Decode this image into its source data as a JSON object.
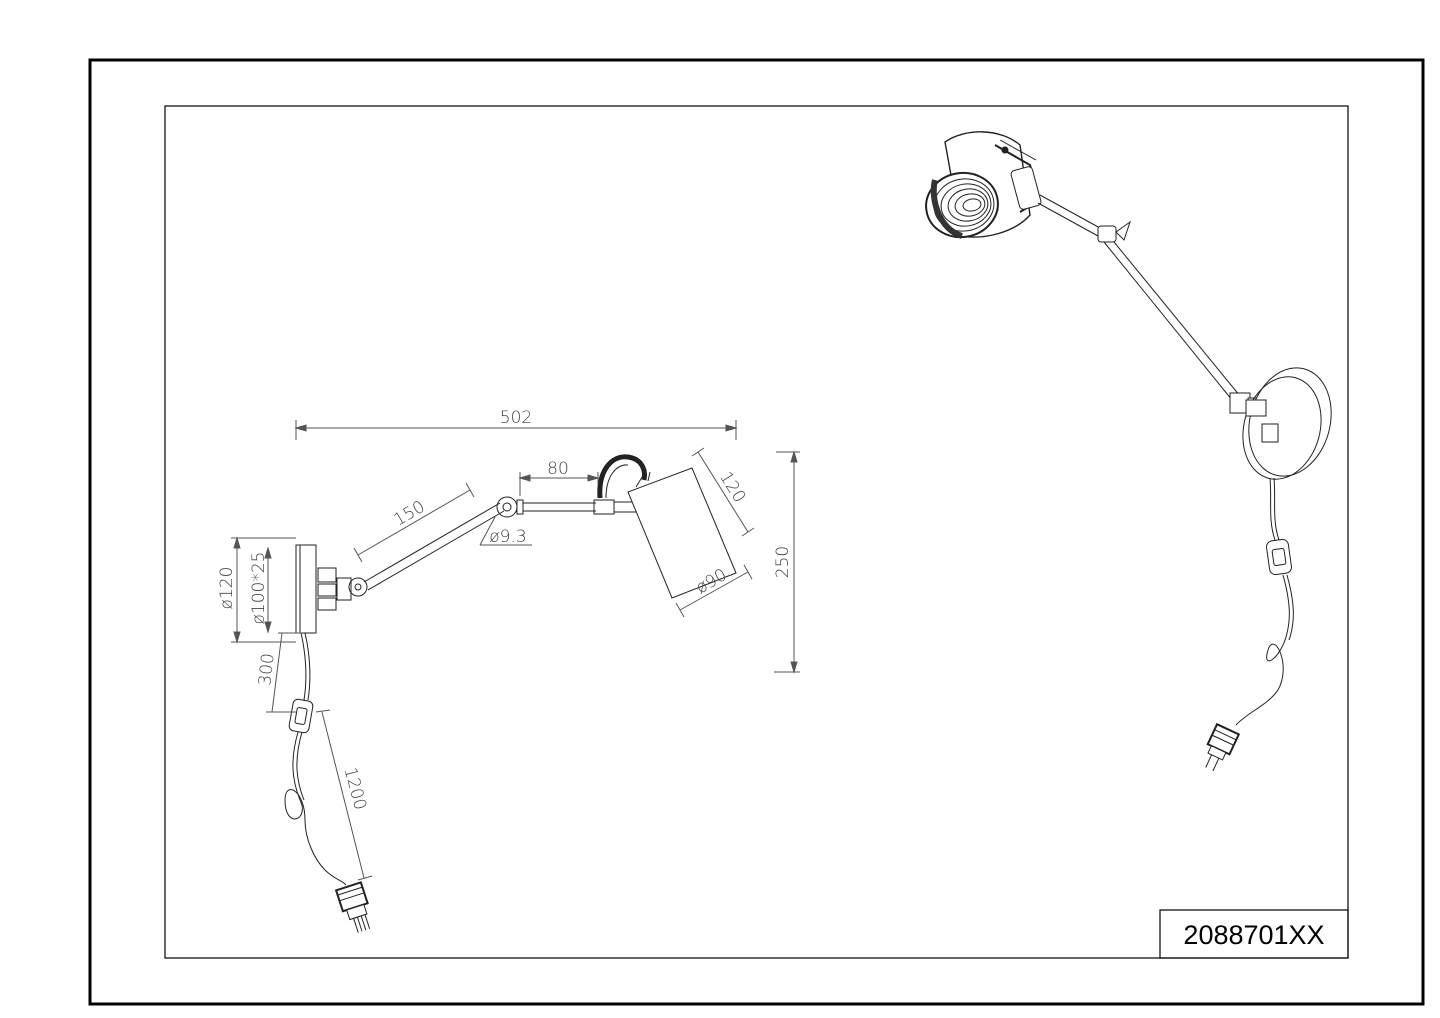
{
  "model_code": "2088701XX",
  "dimensions": {
    "total_length": "502",
    "arm_length": "150",
    "upper_arm_length": "80",
    "tube_diameter": "ø9.3",
    "shade_height": "120",
    "total_height": "250",
    "shade_diameter": "ø90",
    "base_diameter": "ø120",
    "base_inner": "ø100*25",
    "cable_to_switch": "300",
    "cable_length": "1200"
  }
}
